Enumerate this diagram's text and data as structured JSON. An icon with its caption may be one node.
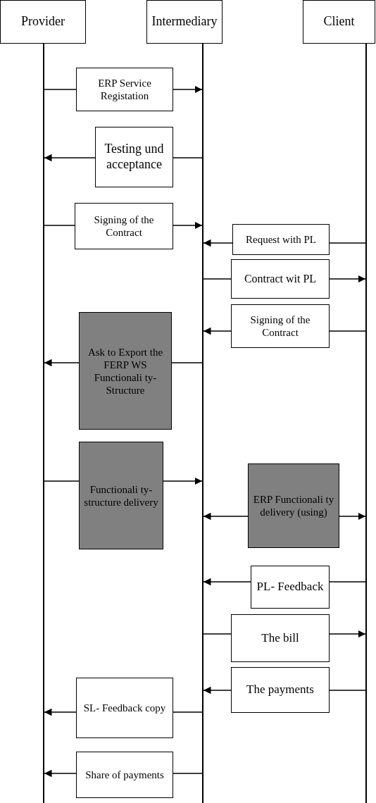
{
  "diagram": {
    "nodes": [
      {
        "text": [
          "Provider"
        ]
      },
      {
        "text": [
          "Intermediary"
        ]
      },
      {
        "text": [
          "Client"
        ]
      },
      {
        "text": [],
        "shape": "bar"
      },
      {
        "text": [],
        "shape": "bar"
      },
      {
        "text": [],
        "shape": "bar"
      },
      {
        "text": [
          "ERP Service Registation"
        ]
      },
      {
        "text": [
          "Testing und acceptance"
        ]
      },
      {
        "text": [
          "Signing of the Contract"
        ]
      },
      {
        "text": [
          "Request with PL"
        ]
      },
      {
        "text": [
          "Contract wit PL"
        ]
      },
      {
        "text": [
          "Signing of the Contract"
        ]
      },
      {
        "text": [
          "Ask to Export the FERP WS Functionali ty- Structure"
        ]
      },
      {
        "text": [
          "Functionali ty- structure delivery"
        ]
      },
      {
        "text": [
          "ERP Functionali ty delivery (using)"
        ]
      },
      {
        "text": [
          "PL- Feedback"
        ]
      },
      {
        "text": [
          "The bill"
        ]
      },
      {
        "text": [
          "The payments"
        ]
      },
      {
        "text": [
          "SL- Feedback copy"
        ]
      },
      {
        "text": [
          "Share of payments"
        ]
      }
    ],
    "edges": [
      {
        "from": 3,
        "to": 6,
        "arrow": "none"
      },
      {
        "from": 6,
        "to": 4,
        "arrow": "to"
      },
      {
        "from": 4,
        "to": 7,
        "arrow": "none"
      },
      {
        "from": 7,
        "to": 3,
        "arrow": "to"
      },
      {
        "from": 3,
        "to": 8,
        "arrow": "none"
      },
      {
        "from": 8,
        "to": 4,
        "arrow": "to"
      },
      {
        "from": 5,
        "to": 9,
        "arrow": "none"
      },
      {
        "from": 9,
        "to": 4,
        "arrow": "to"
      },
      {
        "from": 4,
        "to": 10,
        "arrow": "none"
      },
      {
        "from": 10,
        "to": 5,
        "arrow": "to"
      },
      {
        "from": 5,
        "to": 11,
        "arrow": "none"
      },
      {
        "from": 11,
        "to": 4,
        "arrow": "to"
      },
      {
        "from": 4,
        "to": 12,
        "arrow": "none"
      },
      {
        "from": 12,
        "to": 3,
        "arrow": "to"
      },
      {
        "from": 3,
        "to": 13,
        "arrow": "none"
      },
      {
        "from": 13,
        "to": 4,
        "arrow": "to"
      },
      {
        "from": 14,
        "to": 4,
        "arrow": "to"
      },
      {
        "from": 14,
        "to": 5,
        "arrow": "to"
      },
      {
        "from": 5,
        "to": 15,
        "arrow": "none"
      },
      {
        "from": 15,
        "to": 4,
        "arrow": "to"
      },
      {
        "from": 4,
        "to": 16,
        "arrow": "none"
      },
      {
        "from": 16,
        "to": 5,
        "arrow": "to"
      },
      {
        "from": 5,
        "to": 17,
        "arrow": "none"
      },
      {
        "from": 17,
        "to": 4,
        "arrow": "to"
      },
      {
        "from": 4,
        "to": 18,
        "arrow": "none"
      },
      {
        "from": 18,
        "to": 3,
        "arrow": "to"
      },
      {
        "from": 4,
        "to": 19,
        "arrow": "none"
      },
      {
        "from": 19,
        "to": 3,
        "arrow": "to"
      }
    ]
  }
}
